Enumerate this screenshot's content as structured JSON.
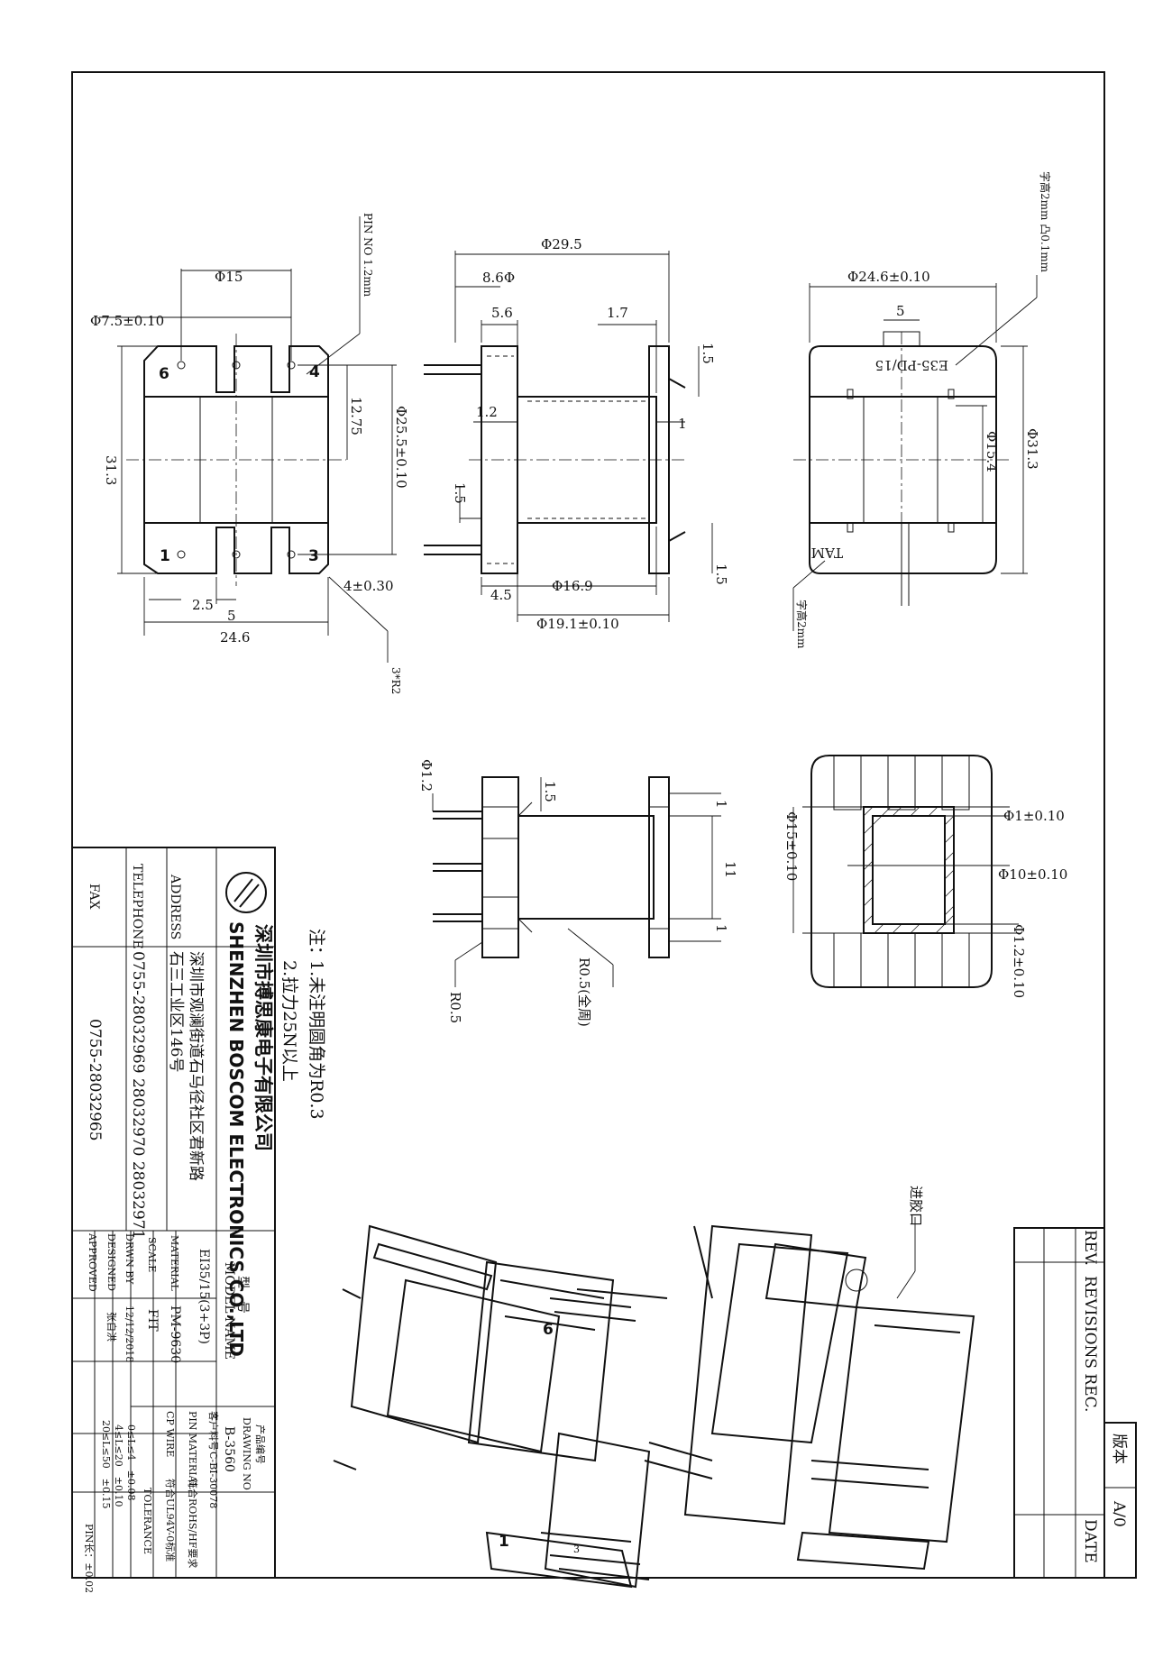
{
  "company": {
    "name_cn": "深圳市搏思康电子有限公司",
    "name_en": "SHENZHEN BOSCOM ELECTRONICS CO.,LTD",
    "address_label": "ADDRESS",
    "address_line1": "深圳市观澜街道石马径社区君新路",
    "address_line2": "石三工业区146号",
    "telephone_label": "TELEPHONE",
    "telephone": "0755-28032969 28032970 28032971",
    "fax_label": "FAX",
    "fax": "0755-28032965"
  },
  "title_block": {
    "model_label_cn": "型　号",
    "model_label_en": "MODEL NAME",
    "model_value": "EI35/15(3+3P)",
    "drawing_no_label_cn": "产品编号",
    "drawing_no_label_en": "DRAWING NO",
    "drawing_no_value": "B-3560",
    "material_label": "MATERIAL",
    "material_value": "PM-9630",
    "customer_no_label": "客户料号",
    "customer_no_value": "C-BI-30078",
    "scale_label": "SCALE",
    "scale_value": "FIT",
    "pin_material_label": "PIN MATERIAL",
    "pin_material_value": "符合ROHS/HF要求",
    "cp_wire_label": "CP WIRE",
    "cp_wire_value": "符合UL94V-0标准",
    "drwn_label": "DRWN BY",
    "drwn_value": "12/12/2018",
    "designed_label": "DESIGNED",
    "designed_value": "张自洪",
    "approved_label": "APPROVED",
    "tolerance_label": "TOLERANCE",
    "tol_row1": "0≤L≤4　±0.08",
    "tol_row2": "4≤L≤20　±0.10",
    "tol_row3": "20≤L≤50　±0.15",
    "tol_pin": "PIN长：±0.02"
  },
  "revisions": {
    "rev_label": "REV.",
    "revisions_label": "REVISIONS REC.",
    "date_label": "DATE",
    "version_label": "版本",
    "version_value": "A/0"
  },
  "notes": {
    "prefix": "注：",
    "line1": "1.未注明圆角为R0.3",
    "line2": "2.拉力25N以上"
  },
  "dims": {
    "d15": "Φ15",
    "d7_5": "Φ7.5±0.10",
    "pin_no": "PIN NO 1.2mm",
    "d31_3": "31.3",
    "d12_75": "12.75",
    "d25_5": "Φ25.5±0.10",
    "d2_5": "2.5",
    "d5": "5",
    "d24_6": "24.6",
    "d4_30": "4±0.30",
    "r2": "3*R2",
    "d29_5": "Φ29.5",
    "d8_6": "8.6Φ",
    "d5_6": "5.6",
    "d1_7": "1.7",
    "d1_5a": "1.5",
    "d1_2": "1.2",
    "d1a": "1",
    "d1_5b": "1.5",
    "d4_5": "4.5",
    "d16_9": "Φ16.9",
    "d19_1": "Φ19.1±0.10",
    "d1_5c": "1.5",
    "char_h1": "字高2mm 凸0.1mm",
    "d24_6b": "Φ24.6±0.10",
    "d5b": "5",
    "mark_top": "E35-PD/15",
    "d15_4": "Φ15.4",
    "d31_3b": "Φ31.3",
    "mark_bot": "TAM",
    "char_h2": "字高2mm",
    "d1_2b": "Φ1.2",
    "d1_5d": "1.5",
    "d1b": "1",
    "d11": "11",
    "d1c": "1",
    "r0_5": "R0.5",
    "r0_5all": "R0.5(全周)",
    "d1_10": "Φ1±0.10",
    "d15_10": "Φ15±0.10",
    "d10_10": "Φ10±0.10",
    "d1_2_10": "Φ1.2±0.10",
    "gate": "进胶口"
  },
  "pins": {
    "p1": "1",
    "p3": "3",
    "p4": "4",
    "p6": "6"
  }
}
